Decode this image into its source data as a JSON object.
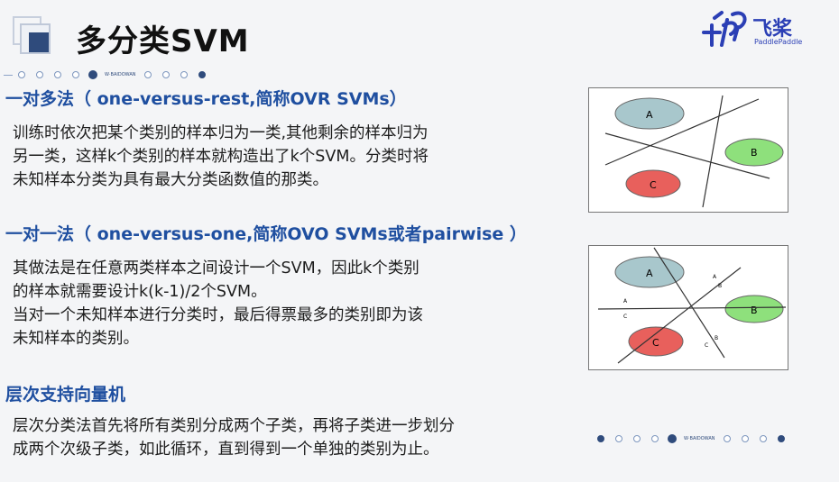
{
  "title": "多分类SVM",
  "logo": {
    "brand": "飞桨",
    "sub": "PaddlePaddle"
  },
  "progress_tag": "W·BAIDOWAN",
  "sections": [
    {
      "heading": "一对多法（ one-versus-rest,简称OVR SVMs）",
      "lines": [
        "训练时依次把某个类别的样本归为一类,其他剩余的样本归为",
        "另一类，这样k个类别的样本就构造出了k个SVM。分类时将",
        "未知样本分类为具有最大分类函数值的那类。"
      ]
    },
    {
      "heading": "一对一法（ one-versus-one,简称OVO SVMs或者pairwise ）",
      "lines": [
        "其做法是在任意两类样本之间设计一个SVM，因此k个类别",
        "的样本就需要设计k(k-1)/2个SVM。",
        "当对一个未知样本进行分类时，最后得票最多的类别即为该",
        "未知样本的类别。"
      ]
    },
    {
      "heading": "层次支持向量机",
      "lines": [
        "层次分类法首先将所有类别分成两个子类，再将子类进一步划分",
        "成两个次级子类，如此循环，直到得到一个单独的类别为止。"
      ]
    }
  ],
  "diagram_ovr": {
    "classes": [
      "A",
      "B",
      "C"
    ]
  },
  "diagram_ovo": {
    "classes": [
      "A",
      "B",
      "C"
    ],
    "line_labels": [
      "A",
      "B",
      "A",
      "C",
      "C",
      "B"
    ]
  },
  "colors": {
    "A": "#a8c7cc",
    "B": "#8ee07c",
    "C": "#e8605c",
    "heading": "#1f4fa0",
    "accent": "#2f4b7c"
  }
}
